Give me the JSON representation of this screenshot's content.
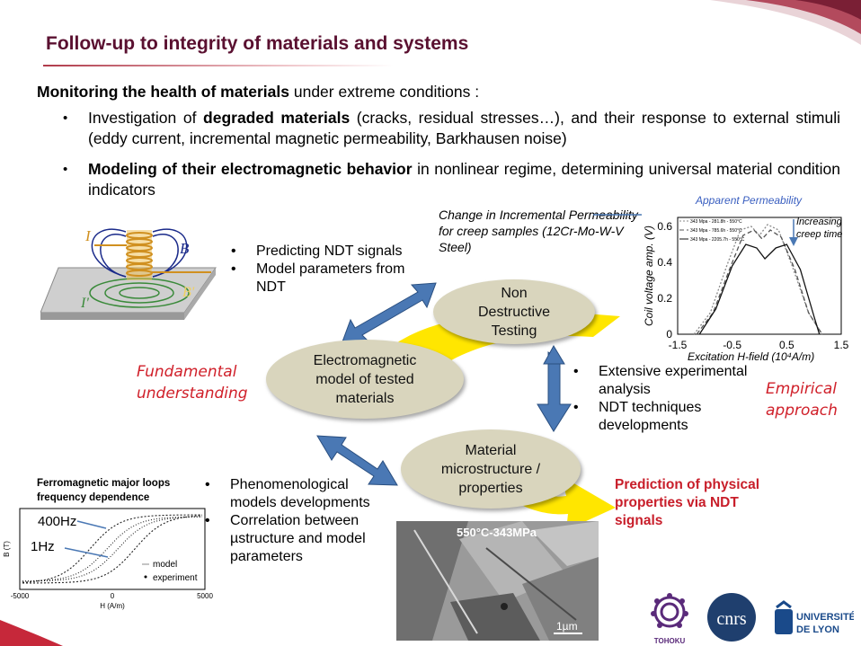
{
  "title": "Follow-up to integrity of materials and systems",
  "lead": {
    "bold": "Monitoring the health of materials",
    "rest": " under extreme conditions :"
  },
  "bullets": [
    {
      "pre": "Investigation of ",
      "bold": "degraded materials",
      "post": " (cracks, residual stresses…), and their response to external stimuli (eddy current, incremental magnetic permeability, Barkhausen noise)"
    },
    {
      "pre": "",
      "bold": "Modeling of their electromagnetic behavior",
      "post": " in nonlinear regime, determining universal material condition indicators"
    }
  ],
  "coil_labels": {
    "I": "I",
    "B": "B",
    "I_prime": "I'",
    "B_prime": "B'"
  },
  "ndt_bullets": [
    "Predicting NDT signals",
    "Model parameters from NDT"
  ],
  "ellipses": {
    "ndt": "Non Destructive Testing",
    "em_model": "Electromagnetic model of tested materials",
    "material": "Material microstructure / properties"
  },
  "fundamental": "Fundamental understanding",
  "empirical": "Empirical approach",
  "exp_bullets": [
    "Extensive experimental analysis",
    "NDT techniques developments"
  ],
  "pheno_bullets": [
    "Phenomenological models developments",
    "Correlation between µstructure and model parameters"
  ],
  "prediction": "Prediction of physical properties via NDT signals",
  "creep_caption": "Change in Incremental Permeability for creep samples (12Cr-Mo-W-V Steel)",
  "micro": {
    "label": "550°C-343MPa",
    "scale": "1µm"
  },
  "chart_data": [
    {
      "type": "line",
      "title": "Apparent Permeability",
      "xlabel": "Excitation H-field (10⁴A/m)",
      "ylabel": "Coil voltage amp. (V)",
      "xlim": [
        -1.5,
        1.5
      ],
      "ylim": [
        0,
        0.65
      ],
      "x_ticks": [
        "-1.5",
        "-0.5",
        "0.5",
        "1.5"
      ],
      "y_ticks": [
        "0",
        "0.2",
        "0.4",
        "0.6"
      ],
      "annotation": "Increasing creep time",
      "series": [
        {
          "name": "343 Mpa - 281.8h - 550°C",
          "color": "#888888",
          "dash": "2,2",
          "x": [
            -1.2,
            -0.9,
            -0.6,
            -0.35,
            -0.15,
            0.0,
            0.15,
            0.35,
            0.6,
            0.9,
            1.15
          ],
          "y": [
            0.0,
            0.12,
            0.38,
            0.58,
            0.6,
            0.55,
            0.61,
            0.58,
            0.38,
            0.12,
            0.0
          ]
        },
        {
          "name": "343 Mpa - 785.6h - 550°C",
          "color": "#555555",
          "dash": "5,3",
          "x": [
            -1.15,
            -0.85,
            -0.55,
            -0.3,
            -0.1,
            0.05,
            0.2,
            0.4,
            0.65,
            0.9,
            1.15
          ],
          "y": [
            0.0,
            0.12,
            0.36,
            0.55,
            0.58,
            0.53,
            0.58,
            0.54,
            0.36,
            0.12,
            0.0
          ]
        },
        {
          "name": "343 Mpa - 2205.7h - 550°C",
          "color": "#111111",
          "dash": "",
          "x": [
            -1.1,
            -0.8,
            -0.5,
            -0.25,
            -0.05,
            0.1,
            0.3,
            0.5,
            0.75,
            1.0,
            1.1
          ],
          "y": [
            0.0,
            0.14,
            0.38,
            0.5,
            0.48,
            0.42,
            0.48,
            0.5,
            0.36,
            0.1,
            0.0
          ]
        }
      ]
    },
    {
      "type": "scatter",
      "title": "Ferromagnetic major loops frequency dependence",
      "xlabel": "H (A/m)",
      "ylabel": "B (T)",
      "xlim": [
        -5000,
        5000
      ],
      "x_ticks": [
        "-5000",
        "0",
        "5000"
      ],
      "labels": [
        "400Hz",
        "1Hz"
      ],
      "legend": [
        "model",
        "experiment"
      ]
    }
  ]
}
